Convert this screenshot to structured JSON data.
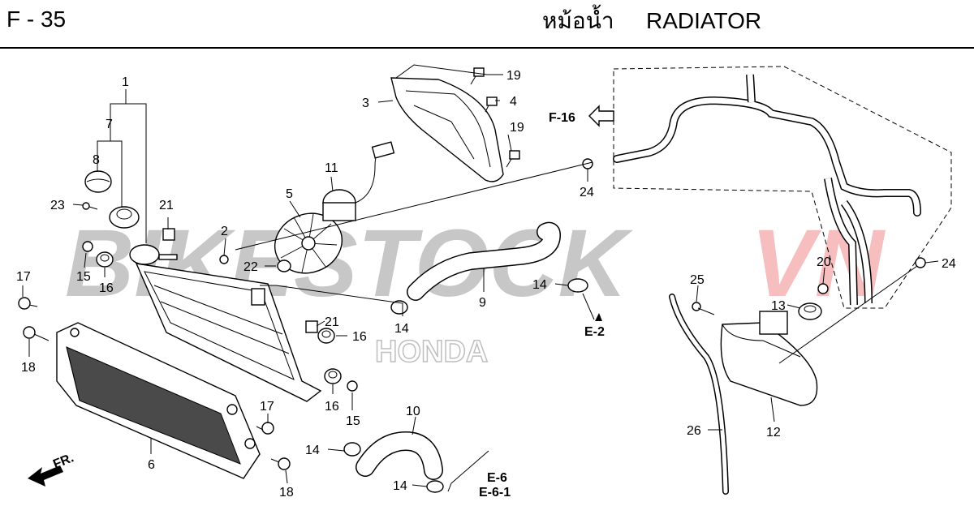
{
  "header": {
    "page_code": "F - 35",
    "title_thai": "หม้อน้ำ",
    "title_en": "RADIATOR"
  },
  "watermark": {
    "brand_text_grey": "BIKESTOCK",
    "brand_text_red": "VN",
    "maker_text": "HONDA"
  },
  "callouts": [
    "1",
    "7",
    "8",
    "23",
    "21",
    "2",
    "5",
    "11",
    "3",
    "4",
    "19",
    "19",
    "24",
    "22",
    "17",
    "15",
    "16",
    "18",
    "6",
    "16",
    "21",
    "14",
    "9",
    "14",
    "E-2",
    "F-16",
    "10",
    "14",
    "17",
    "18",
    "14",
    "16",
    "15",
    "E-6",
    "E-6-1",
    "20",
    "13",
    "25",
    "24",
    "12",
    "26"
  ],
  "direction_label": "FR.",
  "colors": {
    "watermark_grey": "#9a9a9a",
    "watermark_red": "#f08a8a",
    "line": "#000000"
  }
}
